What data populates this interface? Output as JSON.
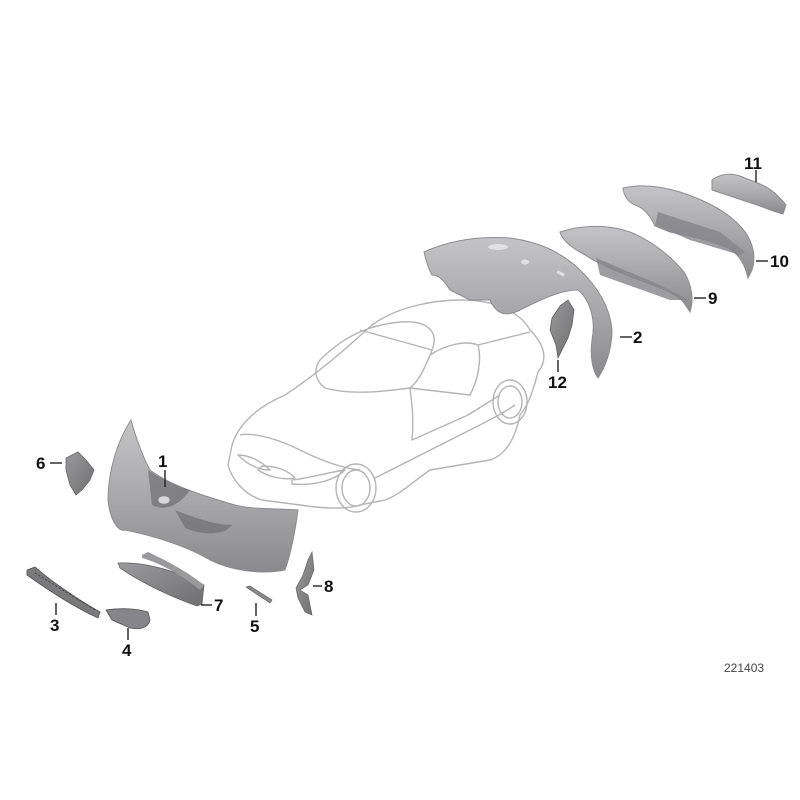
{
  "diagram": {
    "type": "exploded-parts-diagram",
    "subject": "car outline with front and rear bumper trim parts",
    "reference_number": "221403",
    "colors": {
      "background": "#ffffff",
      "part_fill": "#a9a9ab",
      "part_dark": "#7d7d80",
      "part_light": "#c9c9cb",
      "car_outline": "#b4b4b4",
      "callout_text": "#111111",
      "leader_line": "#222222"
    },
    "callouts": [
      {
        "id": "1",
        "label": "1",
        "part": "front bumper trim panel"
      },
      {
        "id": "2",
        "label": "2",
        "part": "rear bumper trim panel"
      },
      {
        "id": "3",
        "label": "3",
        "part": "front grille lower"
      },
      {
        "id": "4",
        "label": "4",
        "part": "side grille"
      },
      {
        "id": "5",
        "label": "5",
        "part": "trim strip"
      },
      {
        "id": "6",
        "label": "6",
        "part": "front bracket"
      },
      {
        "id": "7",
        "label": "7",
        "part": "front spoiler lip"
      },
      {
        "id": "8",
        "label": "8",
        "part": "side air duct"
      },
      {
        "id": "9",
        "label": "9",
        "part": "rear diffuser"
      },
      {
        "id": "10",
        "label": "10",
        "part": "rear diffuser variant"
      },
      {
        "id": "11",
        "label": "11",
        "part": "rear trim insert"
      },
      {
        "id": "12",
        "label": "12",
        "part": "rear bracket"
      }
    ]
  }
}
